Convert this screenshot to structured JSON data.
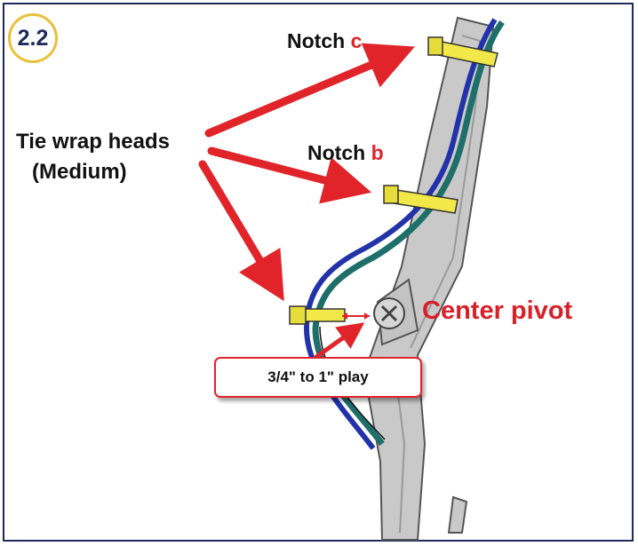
{
  "badge": {
    "step": "2.2"
  },
  "labels": {
    "tie_wrap_line1": "Tie wrap heads",
    "tie_wrap_line2": "(Medium)",
    "notch_c_prefix": "Notch",
    "notch_c_letter": "c",
    "notch_b_prefix": "Notch",
    "notch_b_letter": "b",
    "center_pivot": "Center pivot",
    "play_callout": "3/4\" to 1\" play"
  },
  "colors": {
    "frame": "#1f2a5c",
    "badge_ring": "#e8c03a",
    "arrow": "#e0242a",
    "wire_blue": "#2233aa",
    "wire_teal": "#1e6f6a",
    "arm": "#c8c8c8",
    "tie_wrap": "#f2e84a"
  }
}
